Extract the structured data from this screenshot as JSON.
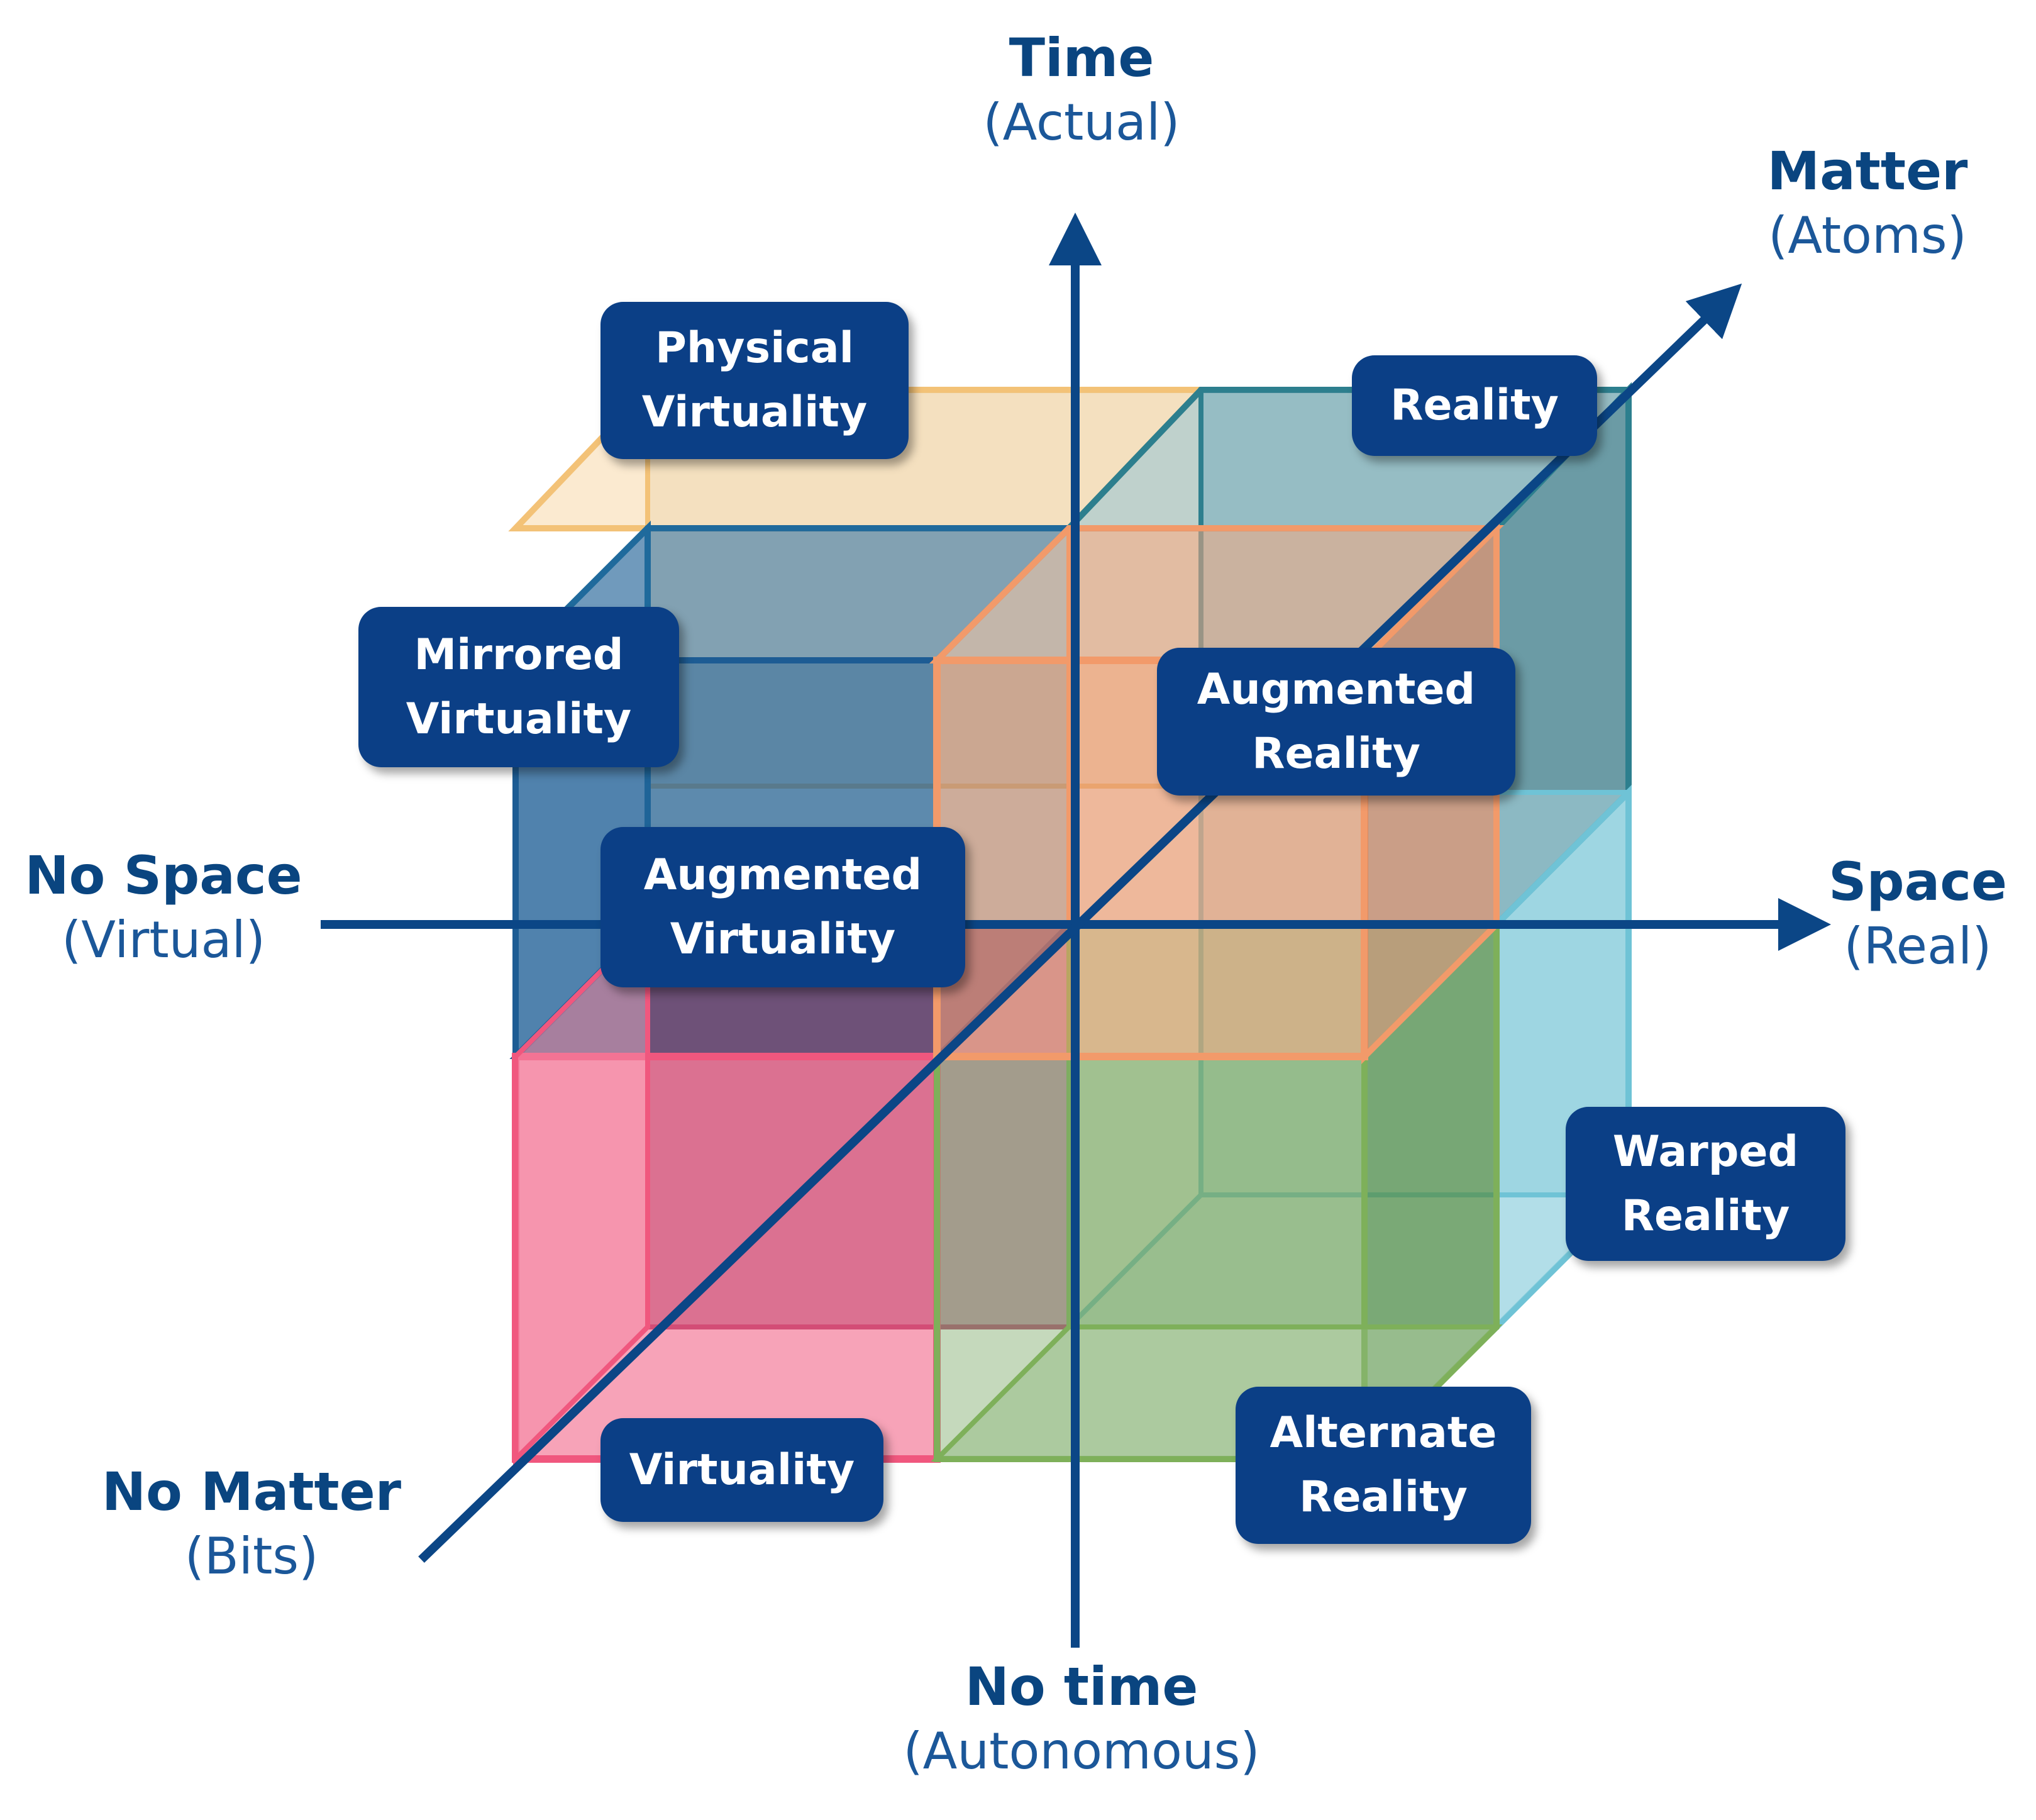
{
  "axes": {
    "time": {
      "main": "Time",
      "sub": "(Actual)"
    },
    "no_time": {
      "main": "No time",
      "sub": "(Autonomous)"
    },
    "space": {
      "main": "Space",
      "sub": "(Real)"
    },
    "no_space": {
      "main": "No Space",
      "sub": "(Virtual)"
    },
    "matter": {
      "main": "Matter",
      "sub": "(Atoms)"
    },
    "no_matter": {
      "main": "No Matter",
      "sub": "(Bits)"
    }
  },
  "regions": {
    "physical_virtuality": [
      "Physical",
      "Virtuality"
    ],
    "reality": [
      "Reality"
    ],
    "mirrored_virtuality": [
      "Mirrored",
      "Virtuality"
    ],
    "augmented_reality": [
      "Augmented",
      "Reality"
    ],
    "augmented_virtuality": [
      "Augmented",
      "Virtuality"
    ],
    "warped_reality": [
      "Warped",
      "Reality"
    ],
    "virtuality": [
      "Virtuality"
    ],
    "alternate_reality": [
      "Alternate",
      "Reality"
    ]
  },
  "colors": {
    "axis": "#0b4686",
    "tag_bg": "#0b3f86",
    "yellow_cube": "#f3c277",
    "teal_cube": "#2d7f8e",
    "blue_cube": "#1f5f96",
    "orange_cube": "#f29a6a",
    "pink_cube": "#f0577e",
    "green_cube": "#6f9f50",
    "cyan_cube": "#6fc3d6"
  }
}
